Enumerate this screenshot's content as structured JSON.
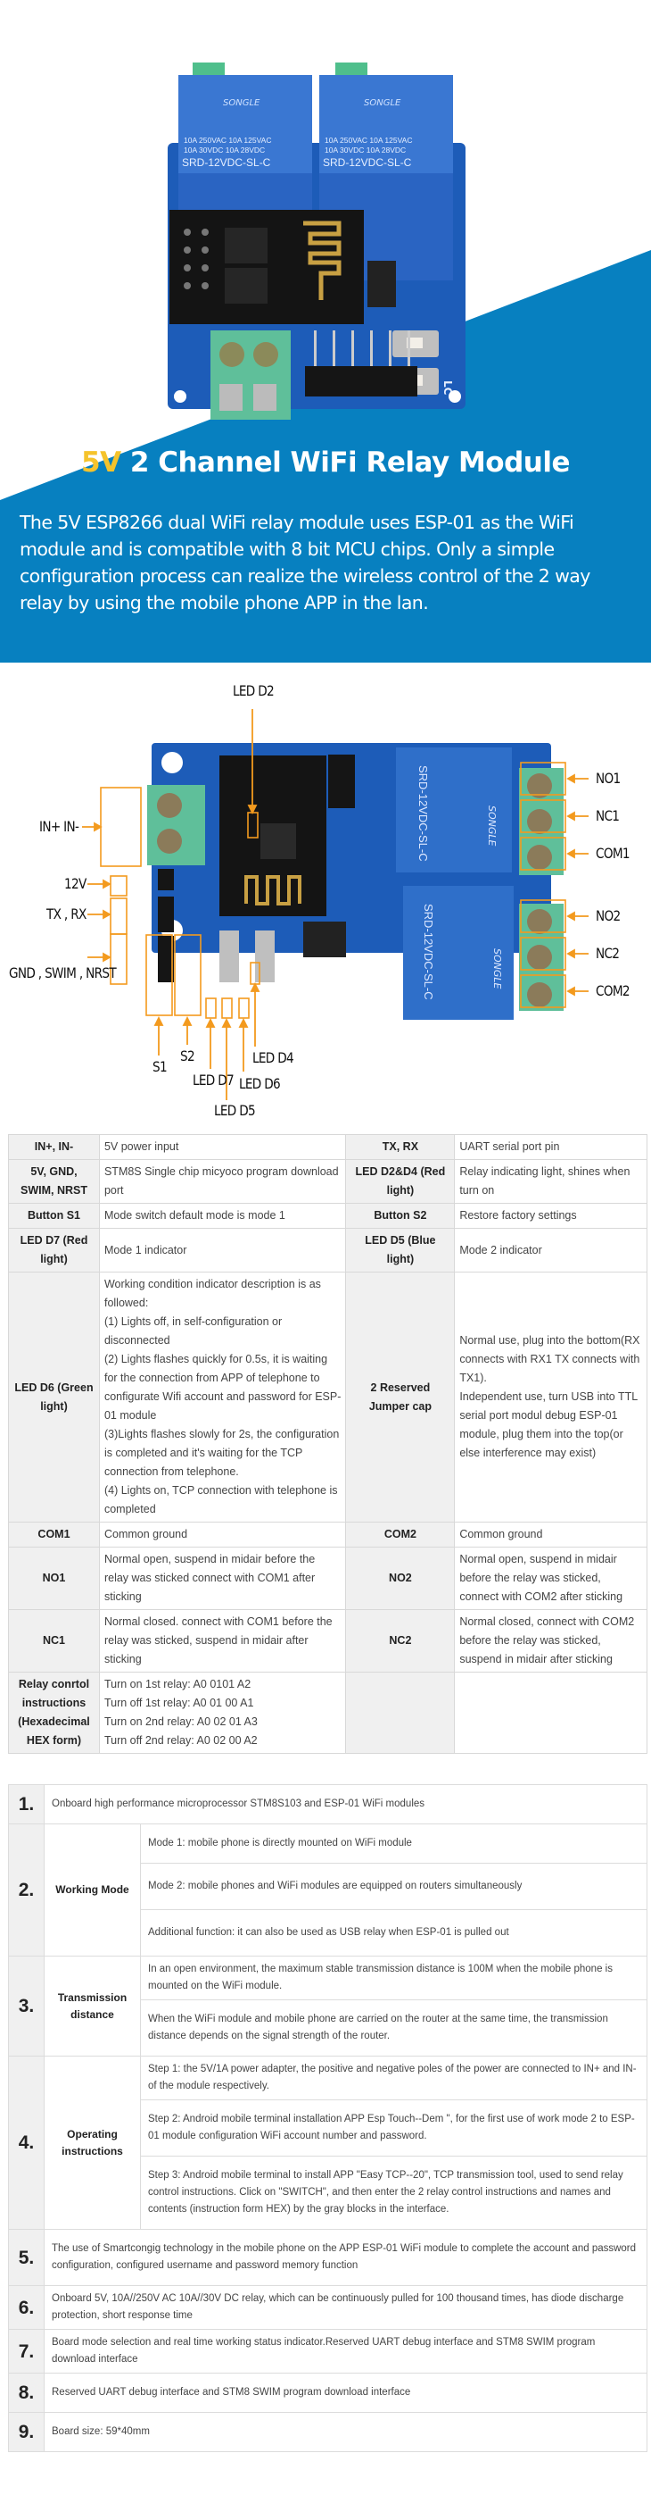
{
  "colors": {
    "brand_blue": "#0780c0",
    "accent_yellow": "#f5c32c",
    "callout_orange": "#f39a1e",
    "pcb_blue": "#1d5cb8",
    "relay_blue": "#2f6fc9",
    "terminal_green": "#5fbf9a",
    "table_header_bg": "#f0f0f0",
    "table_border": "#d8d8d8"
  },
  "hero": {
    "title_accent": "5V",
    "title_rest": " 2 Channel WiFi Relay Module",
    "description": "The 5V ESP8266 dual WiFi relay module uses ESP-01 as the WiFi module and is compatible with 8 bit MCU chips. Only a simple configuration process can realize the wireless control of the 2 way relay by using the mobile phone APP in the lan.",
    "relay_brand": "SONGLE",
    "relay_rating_1": "10A 250VAC  10A 125VAC",
    "relay_rating_2": "10A 30VDC  10A 28VDC",
    "relay_model": "SRD-12VDC-SL-C",
    "board_mark": "LC"
  },
  "diagram": {
    "labels": {
      "led_d2": "LED D2",
      "in": "IN+ IN-",
      "v12": "12V",
      "txrx": "TX , RX",
      "gnd": "GND , SWIM , NRST",
      "no1": "NO1",
      "nc1": "NC1",
      "com1": "COM1",
      "no2": "NO2",
      "nc2": "NC2",
      "com2": "COM2",
      "s1": "S1",
      "s2": "S2",
      "led_d7": "LED D7",
      "led_d5": "LED D5",
      "led_d6": "LED D6",
      "led_d4": "LED D4"
    }
  },
  "spec_table": {
    "rows": [
      {
        "k1": "IN+, IN-",
        "v1": "5V power input",
        "k2": "TX, RX",
        "v2": "UART serial port pin"
      },
      {
        "k1": "5V, GND, SWIM, NRST",
        "v1": "STM8S Single chip micyoco program download port",
        "k2": "LED D2&D4 (Red light)",
        "v2": "Relay indicating light, shines when turn on"
      },
      {
        "k1": "Button S1",
        "v1": "Mode switch default mode is mode 1",
        "k2": "Button S2",
        "v2": "Restore factory settings"
      },
      {
        "k1": "LED D7 (Red light)",
        "v1": "Mode 1 indicator",
        "k2": "LED D5 (Blue light)",
        "v2": "Mode 2 indicator"
      },
      {
        "k1": "LED D6 (Green light)",
        "v1_lines": [
          "Working condition indicator description is as followed:",
          "(1) Lights off, in self-configuration or disconnected",
          "(2) Lights flashes quickly for 0.5s, it is waiting for the connection from APP of telephone to configurate Wifi account and password for ESP-01 module",
          "(3)Lights flashes slowly for 2s, the configuration is completed and it's waiting for the TCP connection from telephone.",
          "(4) Lights on, TCP connection with telephone is completed"
        ],
        "k2": "2 Reserved Jumper cap",
        "v2_lines": [
          "Normal use, plug into the bottom(RX connects with RX1 TX connects with TX1).",
          "Independent use, turn USB into TTL serial port modul debug ESP-01 module, plug them into the top(or else interference may exist)"
        ]
      },
      {
        "k1": "COM1",
        "v1": "Common ground",
        "k2": "COM2",
        "v2": "Common ground"
      },
      {
        "k1": "NO1",
        "v1": "Normal open, suspend in midair before the relay was sticked connect with COM1 after sticking",
        "k2": "NO2",
        "v2": "Normal open, suspend in midair before the relay was sticked, connect with COM2 after sticking"
      },
      {
        "k1": "NC1",
        "v1": "Normal closed. connect with COM1 before the relay was sticked, suspend in midair after sticking",
        "k2": "NC2",
        "v2": "Normal closed, connect with COM2 before the relay was sticked, suspend in midair after sticking"
      },
      {
        "k1": "Relay conrtol instructions (Hexadecimal HEX form)",
        "v1_lines": [
          "Turn on 1st relay: A0 0101 A2",
          "Turn off 1st relay: A0 01 00 A1",
          "Turn on 2nd relay: A0 02 01 A3",
          "Turn off 2nd relay: A0 02 00 A2"
        ],
        "k2": "",
        "v2": ""
      }
    ]
  },
  "feature_table": {
    "items": [
      {
        "num": "1.",
        "text": "Onboard high performance microprocessor STM8S103 and ESP-01 WiFi modules"
      },
      {
        "num": "2.",
        "label": "Working Mode",
        "subs": [
          "Mode 1: mobile phone is directly mounted on WiFi module",
          "Mode 2: mobile phones and WiFi modules are equipped on routers simultaneously",
          "Additional function: it can also be used as USB relay when ESP-01 is pulled out"
        ]
      },
      {
        "num": "3.",
        "label": "Transmission distance",
        "subs": [
          "In an open environment, the maximum stable transmission distance is 100M when the mobile phone is mounted on the WiFi module.",
          "When the WiFi module and mobile phone are carried on the router at the same time, the transmission distance depends on the signal strength of the router."
        ]
      },
      {
        "num": "4.",
        "label": "Operating instructions",
        "subs": [
          "Step 1: the 5V/1A power adapter, the positive and negative poles of the power are connected to IN+ and IN- of the module respectively.",
          "Step 2: Android mobile terminal installation APP Esp Touch--Dem \", for the first use of work mode 2 to ESP-01 module configuration WiFi account number and password.",
          "Step 3: Android mobile terminal to install APP \"Easy TCP--20\", TCP transmission tool, used to send relay control instructions. Click on \"SWITCH\", and then enter the 2 relay control instructions and names and contents (instruction form HEX) by the gray blocks in the interface."
        ]
      },
      {
        "num": "5.",
        "text": "The use of Smartcongig technology in the mobile phone on the APP ESP-01 WiFi module to complete the account and password configuration, configured username and password memory function"
      },
      {
        "num": "6.",
        "text": "Onboard 5V, 10A//250V AC 10A//30V DC relay, which can be continuously pulled for 100 thousand times, has diode discharge protection, short response time"
      },
      {
        "num": "7.",
        "text": "Board mode selection and real time working status indicator.Reserved UART debug interface and STM8 SWIM program download interface"
      },
      {
        "num": "8.",
        "text": "Reserved UART debug interface and STM8 SWIM program download interface"
      },
      {
        "num": "9.",
        "text": "Board size: 59*40mm"
      }
    ]
  }
}
